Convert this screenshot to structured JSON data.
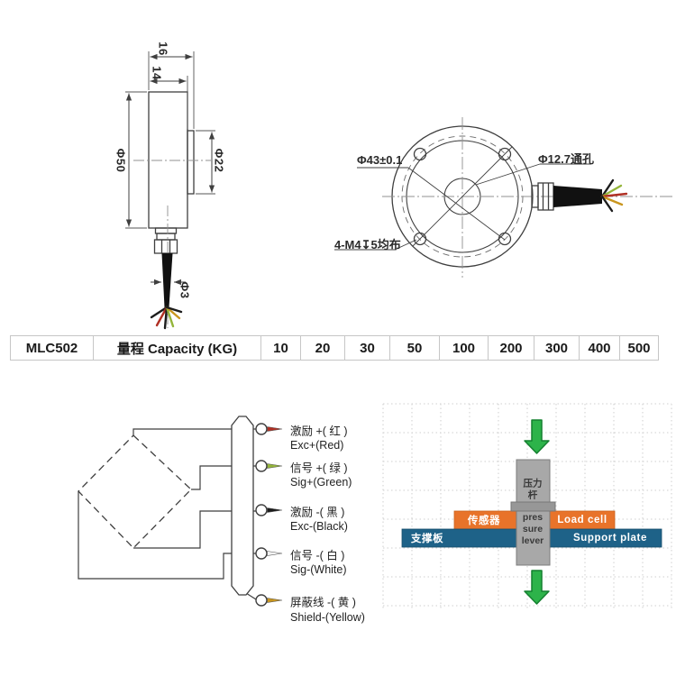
{
  "side_view": {
    "dim_width_outer": "16",
    "dim_width_body": "14",
    "dim_body_dia": "Φ50",
    "dim_boss_dia": "Φ22",
    "dim_cable_dia": "Φ3"
  },
  "top_view": {
    "bolt_circle": "Φ43±0.1",
    "through_hole": "Φ12.7通孔",
    "mounting_holes": "4-M4↧5均布"
  },
  "capacity_table": {
    "model": "MLC502",
    "header": "量程 Capacity (KG)",
    "values": [
      "10",
      "20",
      "30",
      "50",
      "100",
      "200",
      "300",
      "400",
      "500"
    ]
  },
  "wiring": {
    "wires": [
      {
        "cn": "激励 +( 红 )",
        "en": "Exc+(Red)",
        "color": "#b03024"
      },
      {
        "cn": "信号 +( 绿 )",
        "en": "Sig+(Green)",
        "color": "#94b53a"
      },
      {
        "cn": "激励 -( 黑 )",
        "en": "Exc-(Black)",
        "color": "#1c1c1c"
      },
      {
        "cn": "信号 -( 白 )",
        "en": "Sig-(White)",
        "color": "#f2f2f2"
      },
      {
        "cn": "屏蔽线 -( 黄 )",
        "en": "Shield-(Yellow)",
        "color": "#c9961f"
      }
    ]
  },
  "installation": {
    "pressure_rod_cn_line1": "压力",
    "pressure_rod_cn_line2": "杆",
    "sensor_cn": "传感器",
    "load_cell_en": "Load cell",
    "support_plate_cn": "支撑板",
    "support_plate_en": "Support plate",
    "lever_en_line1": "pres",
    "lever_en_line2": "sure",
    "lever_en_line3": "lever",
    "colors": {
      "orange": "#e8732a",
      "blue": "#1e6288",
      "gray": "#a8a8a8",
      "green": "#2db34a"
    }
  }
}
